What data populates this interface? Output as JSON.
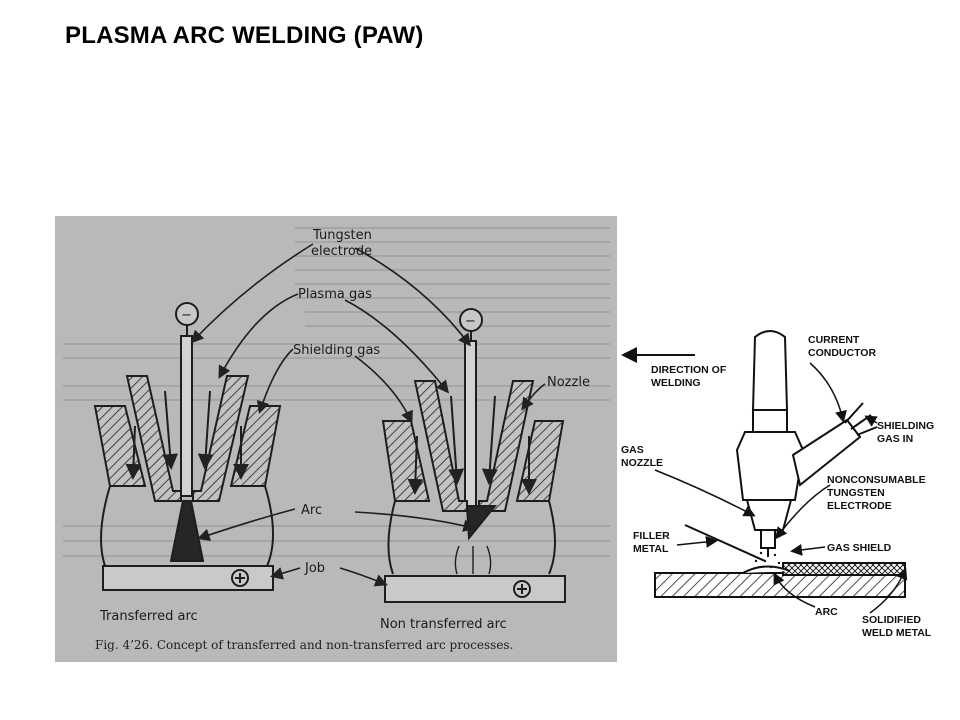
{
  "title": "PLASMA ARC WELDING (PAW)",
  "left_figure": {
    "labels": {
      "tungsten_line1": "Tungsten",
      "tungsten_line2": "electrode",
      "plasma_gas": "Plasma gas",
      "shielding_gas": "Shielding gas",
      "nozzle": "Nozzle",
      "arc": "Arc",
      "job": "Job",
      "transferred_arc": "Transferred arc",
      "non_transferred_arc": "Non transferred arc"
    },
    "caption": "Fig. 4’26.   Concept of transferred and non-transferred arc processes.",
    "negative_symbol": "−",
    "positive_symbol": "+"
  },
  "right_figure": {
    "labels": {
      "current_conductor_1": "CURRENT",
      "current_conductor_2": "CONDUCTOR",
      "direction_1": "DIRECTION OF",
      "direction_2": "WELDING",
      "shielding_gas_in_1": "SHIELDING",
      "shielding_gas_in_2": "GAS IN",
      "gas_nozzle_1": "GAS",
      "gas_nozzle_2": "NOZZLE",
      "nonconsumable_1": "NONCONSUMABLE",
      "nonconsumable_2": "TUNGSTEN",
      "nonconsumable_3": "ELECTRODE",
      "filler_metal_1": "FILLER",
      "filler_metal_2": "METAL",
      "gas_shield": "GAS SHIELD",
      "arc": "ARC",
      "solidified_1": "SOLIDIFIED",
      "solidified_2": "WELD METAL"
    }
  },
  "colors": {
    "page_bg": "#ffffff",
    "scan_bg": "#b9b9b9",
    "ink": "#1c1c1c"
  }
}
